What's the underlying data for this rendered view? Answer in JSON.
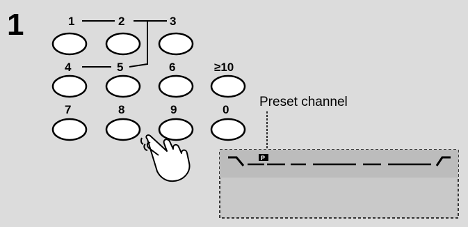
{
  "step": {
    "number": "1"
  },
  "keypad": {
    "keys": [
      {
        "label": "1"
      },
      {
        "label": "2"
      },
      {
        "label": "3"
      },
      {
        "label": "4"
      },
      {
        "label": "5"
      },
      {
        "label": "6"
      },
      {
        "label": "≥10"
      },
      {
        "label": "7"
      },
      {
        "label": "8"
      },
      {
        "label": "9"
      },
      {
        "label": "0"
      }
    ]
  },
  "callout": {
    "label": "Preset channel"
  },
  "display": {
    "indicator": "P",
    "digit_count": 4,
    "border_style": "dashed"
  },
  "icons": {
    "pressing_hand": "pointing-hand-icon"
  }
}
